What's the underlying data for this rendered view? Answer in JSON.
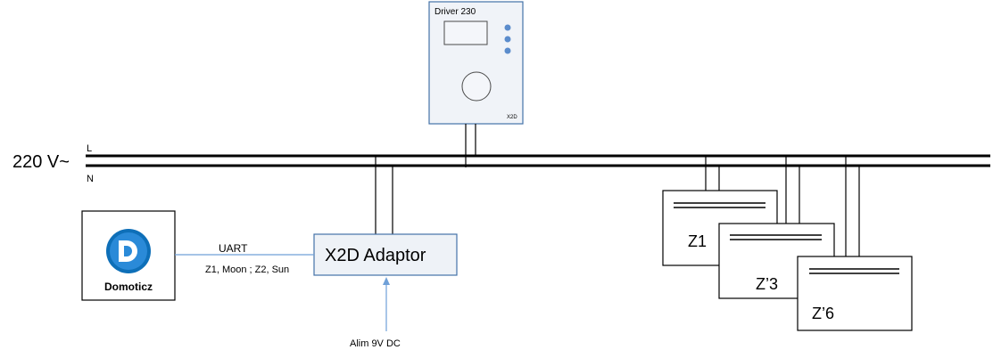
{
  "mains": {
    "voltage_label": "220 V~",
    "live_label": "L",
    "neutral_label": "N"
  },
  "driver": {
    "title": "Driver 230",
    "brand": "X2D"
  },
  "adaptor": {
    "label": "X2D Adaptor",
    "power_label": "Alim 9V DC"
  },
  "domoticz": {
    "label": "Domoticz",
    "logo_letter": "D"
  },
  "link": {
    "protocol_label": "UART",
    "zones_label": "Z1, Moon ; Z2, Sun"
  },
  "zones": [
    {
      "label": "Z1"
    },
    {
      "label": "Z’3"
    },
    {
      "label": "Z’6"
    }
  ],
  "colors": {
    "line": "#000000",
    "box_border": "#4472a8",
    "box_fill": "#eef2f7",
    "driver_fill": "#f0f3f8",
    "led": "#5b8ccc",
    "link_line": "#6fa0d8",
    "domoticz_logo_outer": "#0e6fb8",
    "domoticz_logo_inner": "#2a8ad8"
  }
}
